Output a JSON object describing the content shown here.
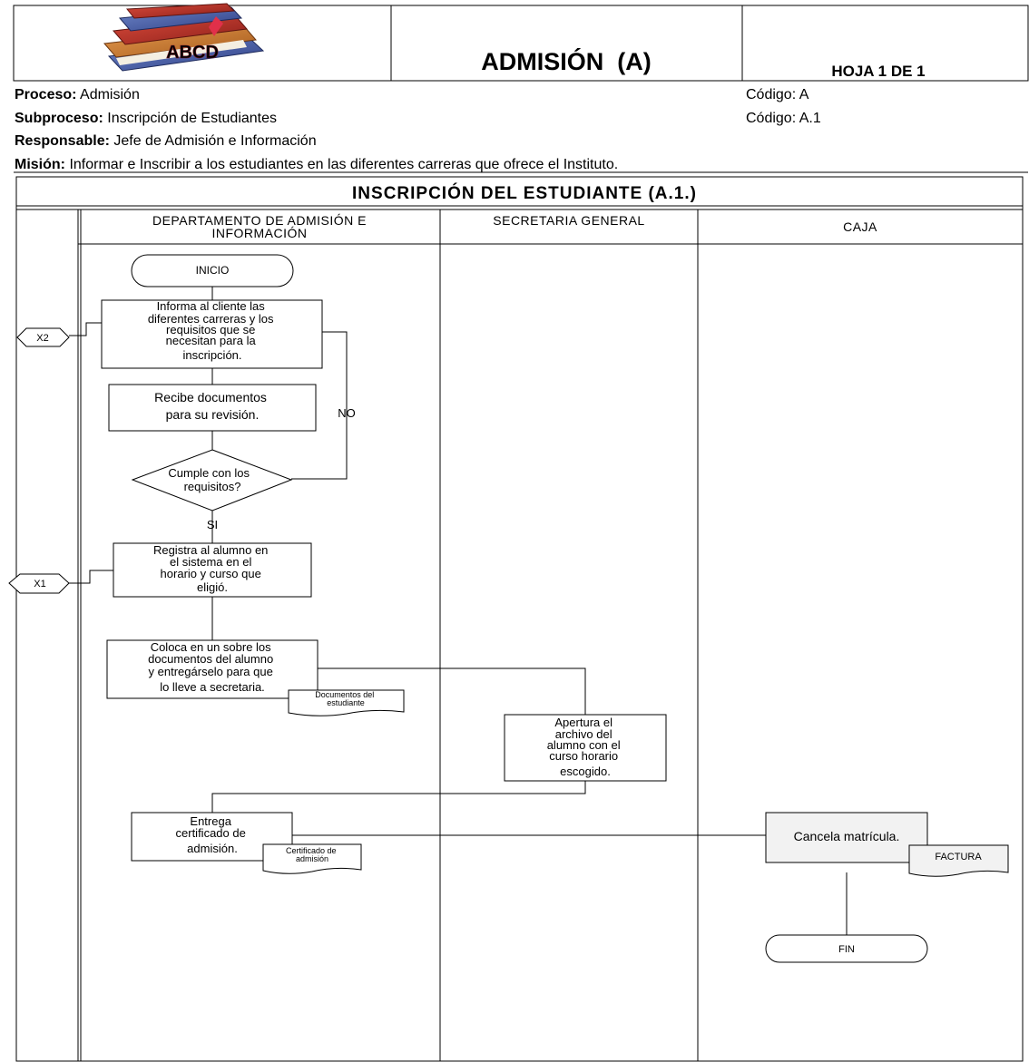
{
  "header": {
    "logo_text": "ABCD",
    "title": "ADMISIÓN  (A)",
    "sheet": "HOJA 1 DE 1"
  },
  "info": {
    "proceso_label": "Proceso:",
    "proceso_value": " Admisión",
    "proceso_code": "Código: A",
    "subproceso_label": "Subproceso:",
    "subproceso_value": " Inscripción de Estudiantes",
    "subproceso_code": "Código: A.1",
    "responsable_label": "Responsable:",
    "responsable_value": " Jefe de Admisión e Información",
    "mision_label": "Misión:",
    "mision_value": " Informar e Inscribir a los estudiantes en las diferentes carreras que ofrece el Instituto."
  },
  "flow": {
    "title": "INSCRIPCIÓN DEL ESTUDIANTE (A.1.)",
    "lanes": {
      "admision_line1": "DEPARTAMENTO DE ADMISIÓN E",
      "admision_line2": "INFORMACIÓN",
      "secretaria": "SECRETARIA GENERAL",
      "caja": "CAJA"
    },
    "connectors": {
      "x2": "X2",
      "x1": "X1"
    },
    "start": "INICIO",
    "end": "FIN",
    "step1": [
      "Informa al cliente las",
      "diferentes carreras y los",
      "requisitos que se",
      "necesitan para la",
      "inscripción."
    ],
    "step2": [
      "Recibe documentos",
      "para su revisión."
    ],
    "decision": [
      "Cumple con los",
      "requisitos?"
    ],
    "no_label": "NO",
    "si_label": "SI",
    "step3": [
      "Registra al alumno en",
      "el  sistema en el",
      "horario y curso que",
      "eligió."
    ],
    "step4": [
      "Coloca en un sobre los",
      "documentos del alumno",
      "y entregárselo para que",
      "lo lleve a secretaria."
    ],
    "doc1": [
      "Documentos del",
      "estudiante"
    ],
    "step5": [
      "Apertura el",
      "archivo del",
      "alumno con el",
      "curso  horario",
      "escogido."
    ],
    "step6": [
      "Entrega",
      "certificado de",
      "admisión."
    ],
    "doc2": [
      "Certificado de",
      "admisión"
    ],
    "step7": "Cancela matrícula.",
    "doc3": "FACTURA"
  }
}
